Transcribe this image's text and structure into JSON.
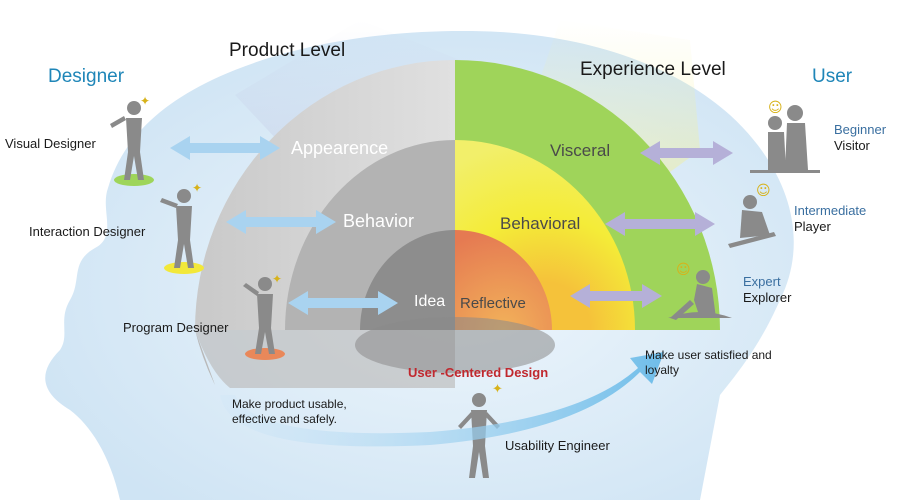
{
  "headers": {
    "product_level": "Product Level",
    "experience_level": "Experience Level",
    "designer": "Designer",
    "user": "User"
  },
  "designers": [
    {
      "label": "Visual Designer"
    },
    {
      "label": "Interaction Designer"
    },
    {
      "label": "Program Designer"
    }
  ],
  "users": [
    {
      "level": "Beginner",
      "role": "Visitor"
    },
    {
      "level": "Intermediate",
      "role": "Player"
    },
    {
      "level": "Expert",
      "role": "Explorer"
    }
  ],
  "product_layers": [
    "Appearence",
    "Behavior",
    "Idea"
  ],
  "experience_layers": [
    "Visceral",
    "Behavioral",
    "Reflective"
  ],
  "center": {
    "title": "User -Centered Design",
    "left_note": "Make product usable, effective and safely.",
    "right_note": "Make user satisfied and loyalty",
    "engineer": "Usability Engineer"
  },
  "colors": {
    "designer_title": "#1f86b8",
    "ucd_title": "#c0282e",
    "arrow_blue": "#a9d3f0",
    "arrow_purple": "#b5b0d8",
    "head_blue": "#dcecf8",
    "green": "#9ed55a",
    "yellow": "#f2e83a",
    "orange": "#e9885a"
  }
}
